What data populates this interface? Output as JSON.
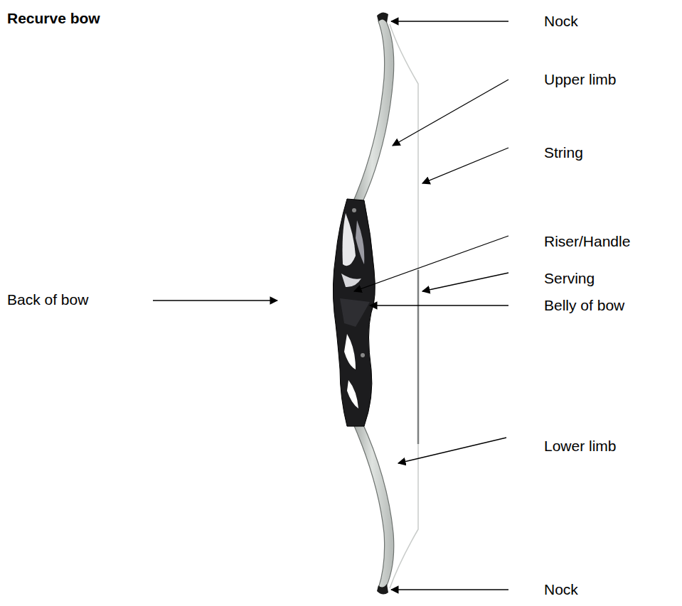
{
  "diagram": {
    "title": "Recurve bow",
    "labels": [
      "Nock",
      "Upper limb",
      "String",
      "Riser/Handle",
      "Serving",
      "Belly of bow",
      "Back of bow",
      "Lower limb",
      "Nock"
    ]
  }
}
